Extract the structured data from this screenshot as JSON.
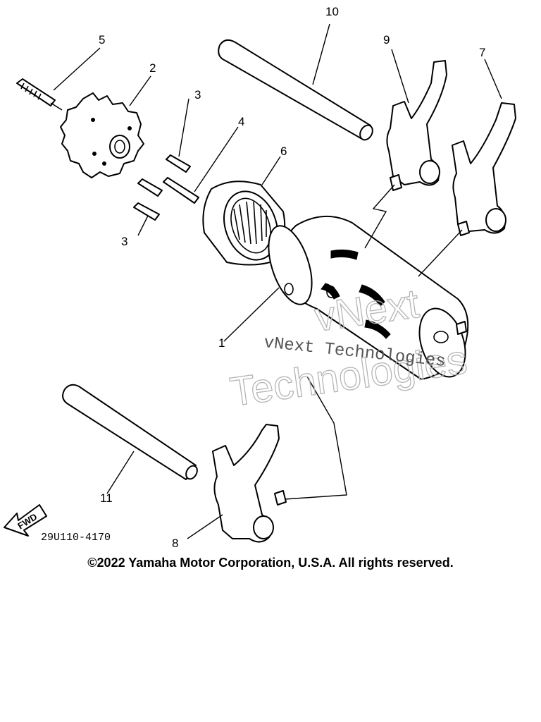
{
  "diagram": {
    "callouts": {
      "p1": "1",
      "p2": "2",
      "p3a": "3",
      "p3b": "3",
      "p4": "4",
      "p5": "5",
      "p6": "6",
      "p7": "7",
      "p8": "8",
      "p9": "9",
      "p10": "10",
      "p11": "11"
    },
    "fwd_label": "FWD",
    "drawing_code": "29U110-4170"
  },
  "watermark": {
    "outline_line1": "vNext",
    "outline_line2": "Technologies",
    "serif": "vNext Technologies"
  },
  "footer": {
    "copyright": "©2022 Yamaha Motor Corporation, U.S.A. All rights reserved."
  }
}
